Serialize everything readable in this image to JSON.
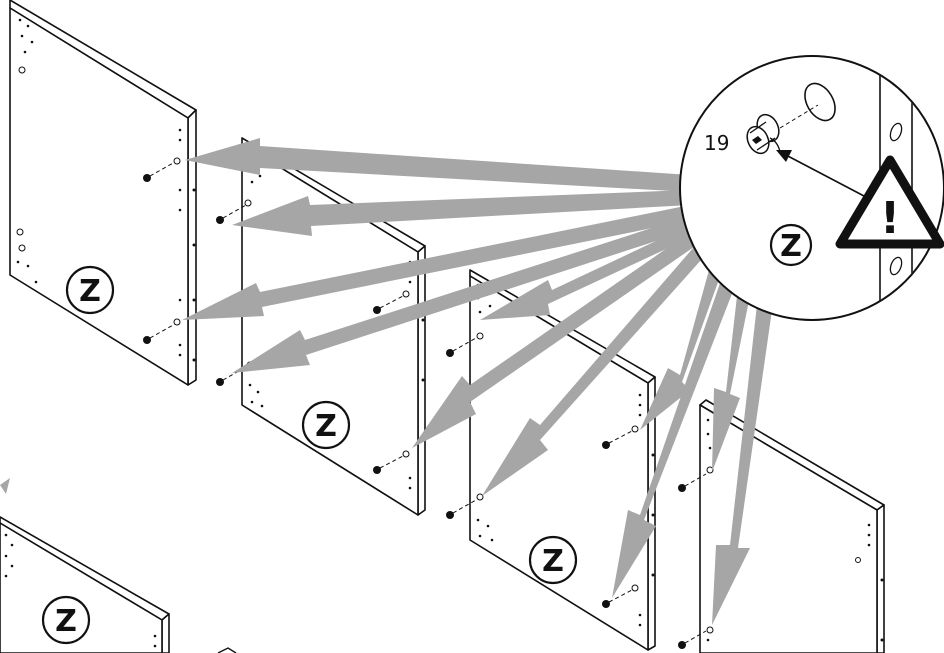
{
  "diagram": {
    "panel_marker": "Z",
    "detail_callout": {
      "part_number": "19",
      "marker": "Z",
      "warning_symbol": "!"
    }
  }
}
